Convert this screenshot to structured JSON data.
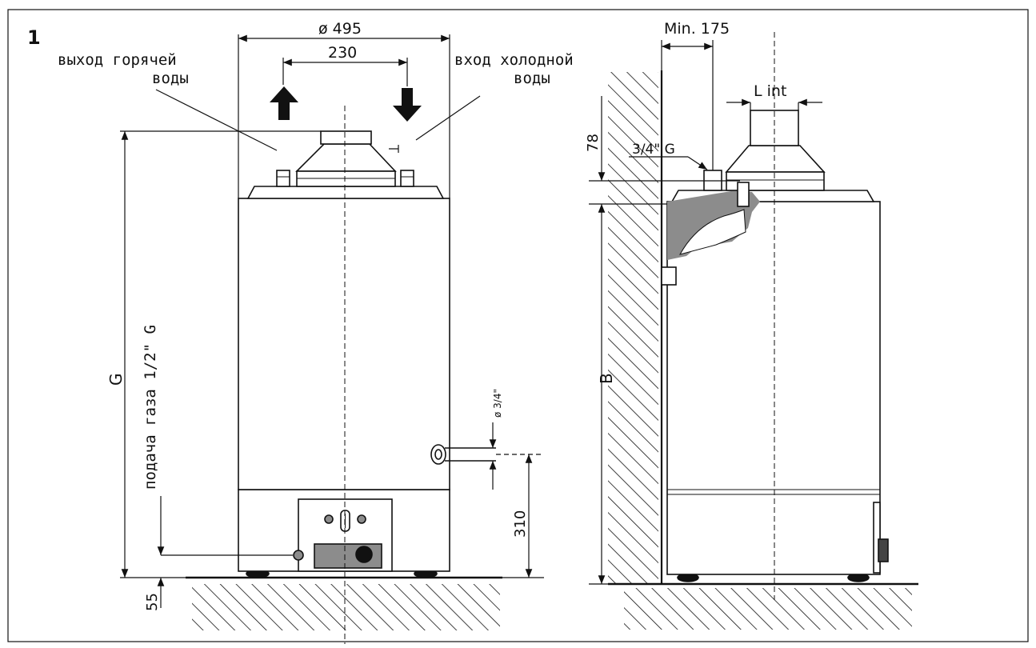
{
  "figure_number": "1",
  "labels": {
    "hot_water_out": [
      "выход горячей",
      "воды"
    ],
    "cold_water_in": [
      "вход холодной",
      "воды"
    ],
    "gas_supply": "подача газа 1/2\" G",
    "diameter_total": "ø 495",
    "pipe_spacing": "230",
    "height_G": "G",
    "base_55": "55",
    "relief_diameter": "ø 3/4\"",
    "relief_height": "310",
    "min_clearance": "Min. 175",
    "flue_diameter": "L int",
    "side_height_78": "78",
    "side_pipe_thread": "3/4\" G",
    "side_height_B": "B"
  },
  "colors": {
    "line": "#111111",
    "gray_fill": "#8c8c8c",
    "dark_fill": "#444444"
  }
}
